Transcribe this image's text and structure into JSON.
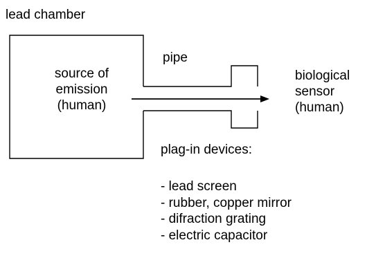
{
  "labels": {
    "chamber": "lead chamber",
    "pipe": "pipe",
    "source": [
      "source of",
      "emission",
      "(human)"
    ],
    "sensor": [
      "biological",
      "sensor",
      "(human)"
    ],
    "plugin_title": "plag-in devices:"
  },
  "devices": [
    "- lead screen",
    "- rubber, copper mirror",
    "- difraction grating",
    "- electric capacitor"
  ]
}
